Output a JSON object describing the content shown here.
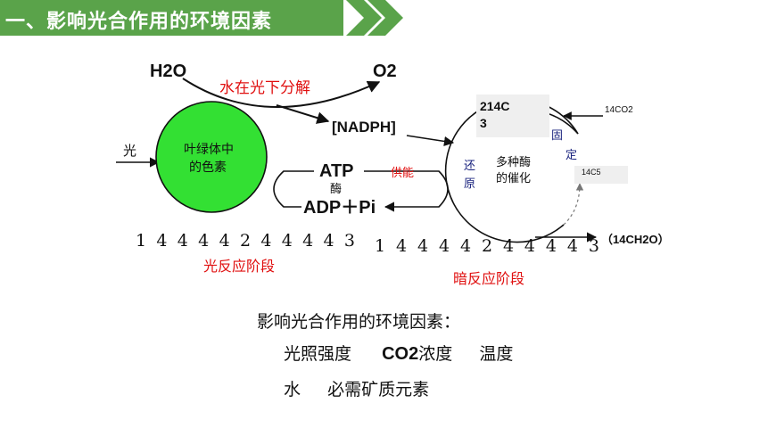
{
  "header": {
    "title": "一、影响光合作用的环境因素",
    "color": "#5aa34a"
  },
  "diagram": {
    "h2o": "H2O",
    "o2": "O2",
    "water_split": "水在光下分解",
    "nadph": "[NADPH]",
    "light": "光",
    "chloroplast_line1": "叶绿体中",
    "chloroplast_line2": "的色素",
    "chloroplast_color": "#33e033",
    "atp": "ATP",
    "supply": "供能",
    "enzyme": "酶",
    "adp": "ADP＋Pi",
    "c3_line1": "214C",
    "c3_line2": "3",
    "co2": "14CO2",
    "fix1": "固",
    "fix2": "定",
    "reduce1": "还",
    "reduce2": "原",
    "enzymes_line1": "多种酶",
    "enzymes_line2": "的催化",
    "c5": "14C5",
    "ch2o": "（14CH2O）",
    "digits_left": "1 4 4 4 4 2 4 4 4 4 3",
    "digits_right": "1 4 4 4 4 2 4 4 4 4 3",
    "light_stage": "光反应阶段",
    "dark_stage": "暗反应阶段",
    "red": "#e01010"
  },
  "factors": {
    "heading": "影响光合作用的环境因素：",
    "light_intensity": "光照强度",
    "co2_conc": "CO2",
    "co2_suffix": "浓度",
    "temperature": "温度",
    "water": "水",
    "minerals": "必需矿质元素"
  }
}
